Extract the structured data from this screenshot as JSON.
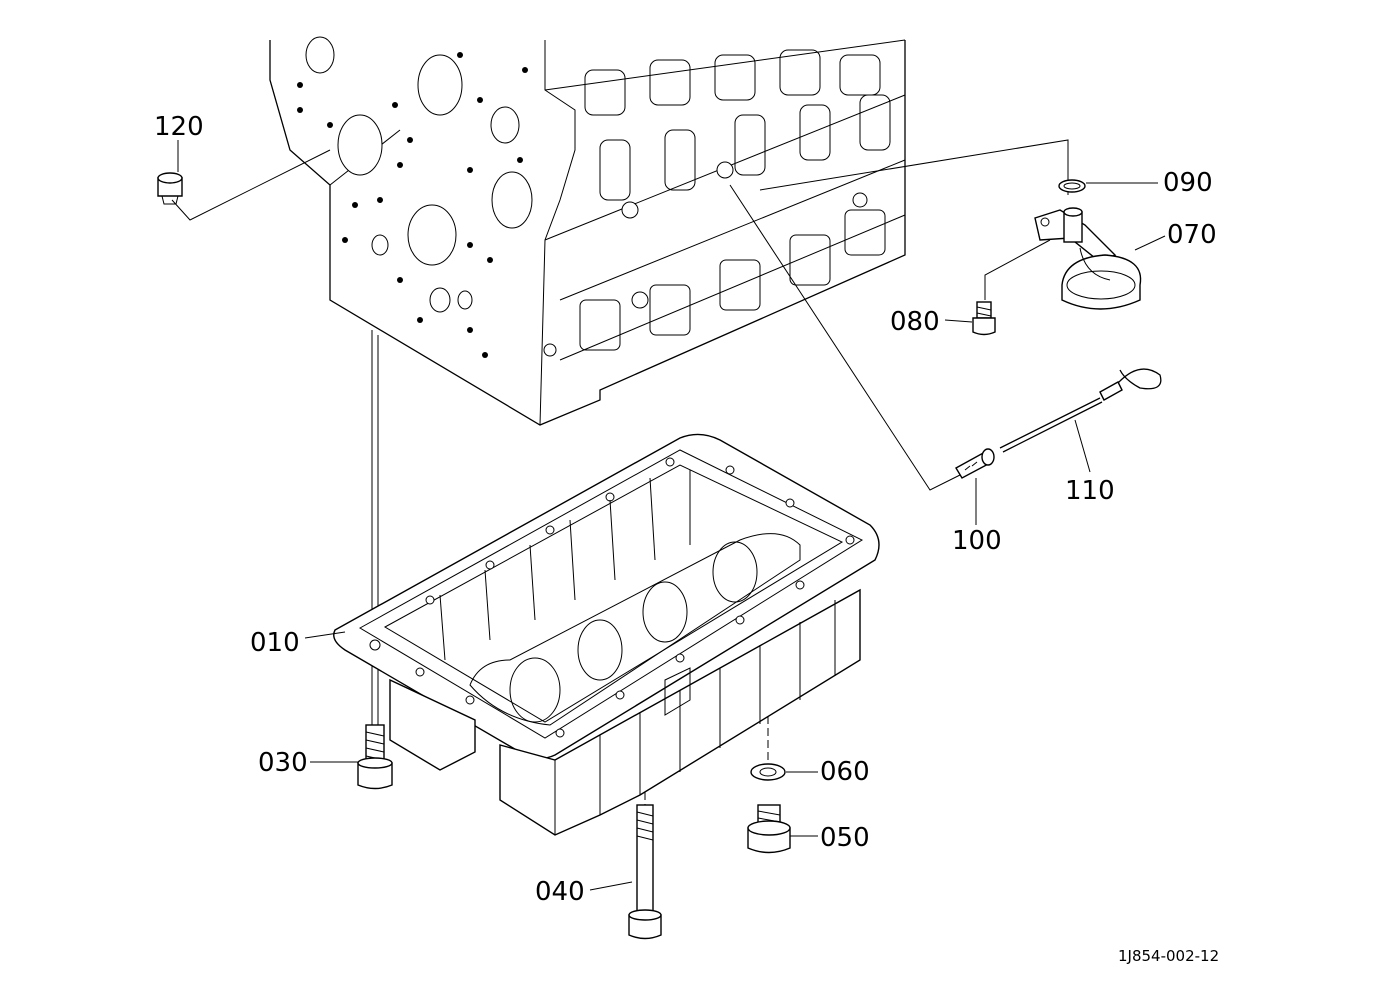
{
  "diagram": {
    "document_id": "1J854-002-12",
    "callouts": {
      "p010": "010",
      "p030": "030",
      "p040": "040",
      "p050": "050",
      "p060": "060",
      "p070": "070",
      "p080": "080",
      "p090": "090",
      "p100": "100",
      "p110": "110",
      "p120": "120"
    }
  }
}
